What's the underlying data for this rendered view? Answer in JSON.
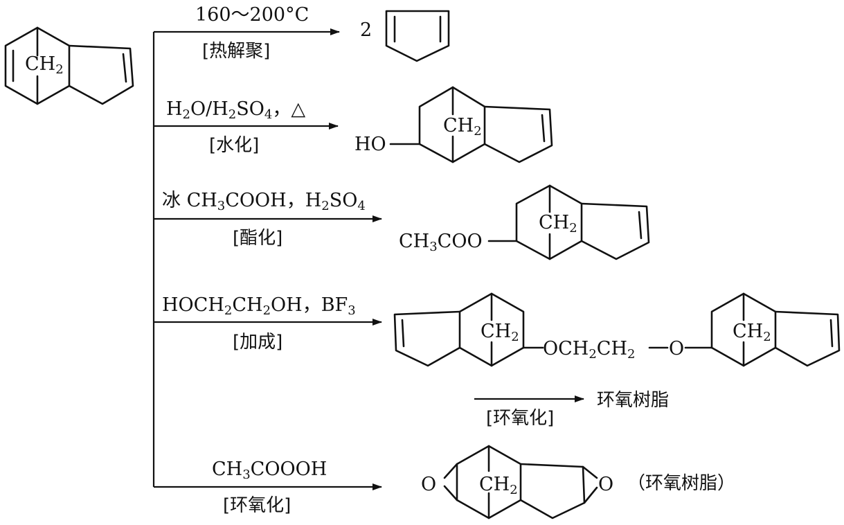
{
  "starting_material": {
    "bridge_label": "CH",
    "bridge_sub": "2"
  },
  "reactions": [
    {
      "id": "pyrolysis",
      "conditions_lines": [
        "160～200°C"
      ],
      "type_label": "[热解聚]",
      "product": {
        "coefficient": "2"
      }
    },
    {
      "id": "hydration",
      "conditions_parts": [
        "H",
        "2",
        "O/H",
        "2",
        "SO",
        "4",
        "，△"
      ],
      "type_label": "[水化]",
      "product": {
        "substituent": "HO",
        "bridge_label": "CH",
        "bridge_sub": "2"
      }
    },
    {
      "id": "esterification",
      "conditions_parts": [
        "冰 CH",
        "3",
        "COOH，H",
        "2",
        "SO",
        "4"
      ],
      "type_label": "[酯化]",
      "product": {
        "substituent_parts": [
          "CH",
          "3",
          "COO"
        ],
        "bridge_label": "CH",
        "bridge_sub": "2"
      }
    },
    {
      "id": "addition",
      "conditions_parts": [
        "HOCH",
        "2",
        "CH",
        "2",
        "OH，BF",
        "3"
      ],
      "type_label": "[加成]",
      "product": {
        "linker_parts": [
          "OCH",
          "2",
          "CH",
          "2"
        ],
        "oxygen": "O",
        "bridge_label": "CH",
        "bridge_sub": "2"
      },
      "followup": {
        "type_label": "[环氧化]",
        "product_text": "环氧树脂"
      }
    },
    {
      "id": "epoxidation",
      "conditions_parts": [
        "CH",
        "3",
        "COOOH"
      ],
      "type_label": "[环氧化]",
      "product": {
        "oxygen": "O",
        "bridge_label": "CH",
        "bridge_sub": "2",
        "note": "（环氧树脂）"
      }
    }
  ]
}
